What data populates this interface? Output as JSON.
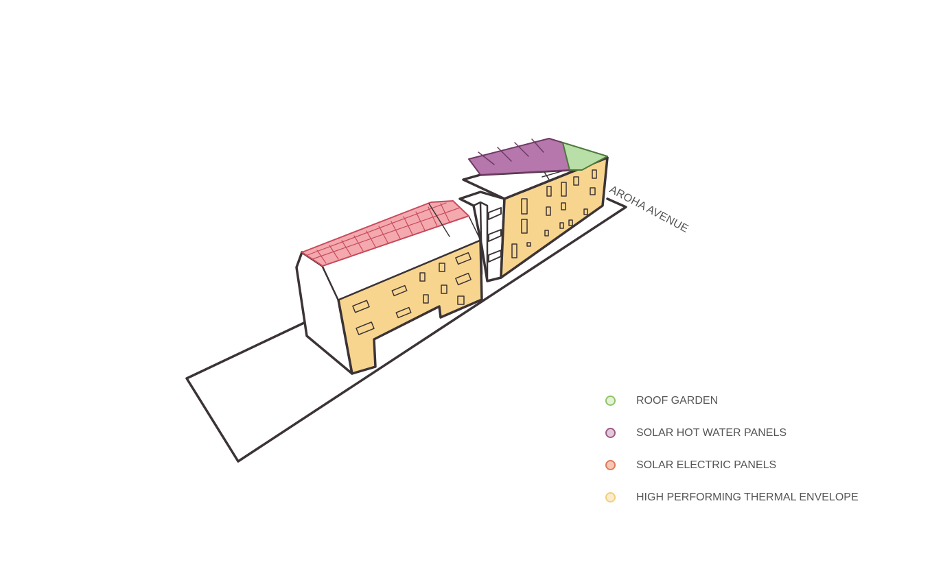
{
  "street_label": "AROHA AVENUE",
  "legend": [
    {
      "label": "ROOF GARDEN",
      "fill": "#e6f2d6",
      "stroke": "#8fc46a"
    },
    {
      "label": "SOLAR HOT WATER PANELS",
      "fill": "#e3c9d9",
      "stroke": "#9c5a86"
    },
    {
      "label": "SOLAR ELECTRIC PANELS",
      "fill": "#f5c7b4",
      "stroke": "#e07a5a"
    },
    {
      "label": "HIGH PERFORMING THERMAL ENVELOPE",
      "fill": "#fbeccc",
      "stroke": "#f2cf7a"
    }
  ],
  "colors": {
    "envelope": "#f8d58f",
    "solar_electric": "#f3a9ae",
    "solar_hot_water": "#b677ad",
    "roof_garden": "#b9dfa8",
    "ink": "#3b3335"
  }
}
